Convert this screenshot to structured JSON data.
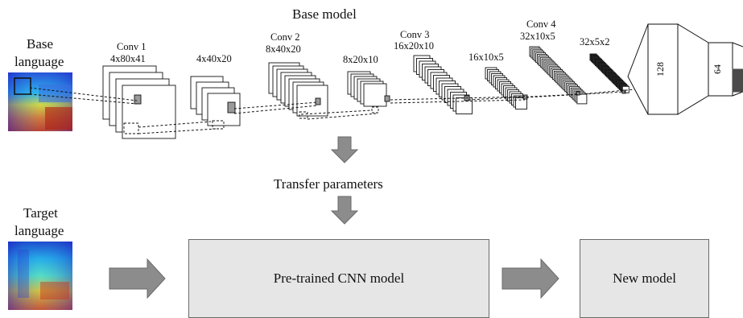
{
  "title": "Base model",
  "base_language_line1": "Base",
  "base_language_line2": "language",
  "target_language_line1": "Target",
  "target_language_line2": "language",
  "layers": [
    {
      "name": "Conv 1",
      "dims": "4x80x41"
    },
    {
      "name": "",
      "dims": "4x40x20"
    },
    {
      "name": "Conv 2",
      "dims": "8x40x20"
    },
    {
      "name": "",
      "dims": "8x20x10"
    },
    {
      "name": "Conv 3",
      "dims": "16x20x10"
    },
    {
      "name": "",
      "dims": "16x10x5"
    },
    {
      "name": "Conv 4",
      "dims": "32x10x5"
    },
    {
      "name": "",
      "dims": "32x5x2"
    }
  ],
  "fc_layers": [
    "128",
    "64"
  ],
  "transfer_label": "Transfer parameters",
  "pretrained_label": "Pre-trained CNN model",
  "new_model_label": "New model",
  "colors": {
    "box_fill": "#e6e6e6",
    "arrow_fill": "#8c8c8c",
    "dark_block": "#4a4a4a"
  }
}
